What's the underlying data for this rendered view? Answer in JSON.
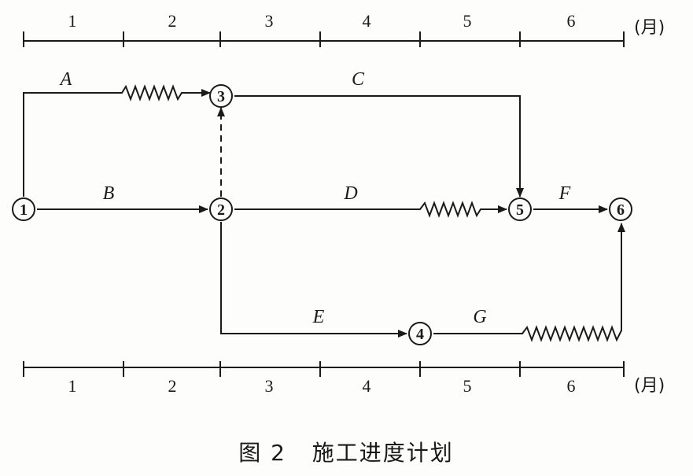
{
  "scale": {
    "months": [
      "1",
      "2",
      "3",
      "4",
      "5",
      "6"
    ],
    "unit": "(月)"
  },
  "activities": {
    "A": "A",
    "B": "B",
    "C": "C",
    "D": "D",
    "E": "E",
    "F": "F",
    "G": "G"
  },
  "nodes": {
    "n1": "1",
    "n2": "2",
    "n3": "3",
    "n4": "4",
    "n5": "5",
    "n6": "6"
  },
  "caption": "图 2   施工进度计划"
}
